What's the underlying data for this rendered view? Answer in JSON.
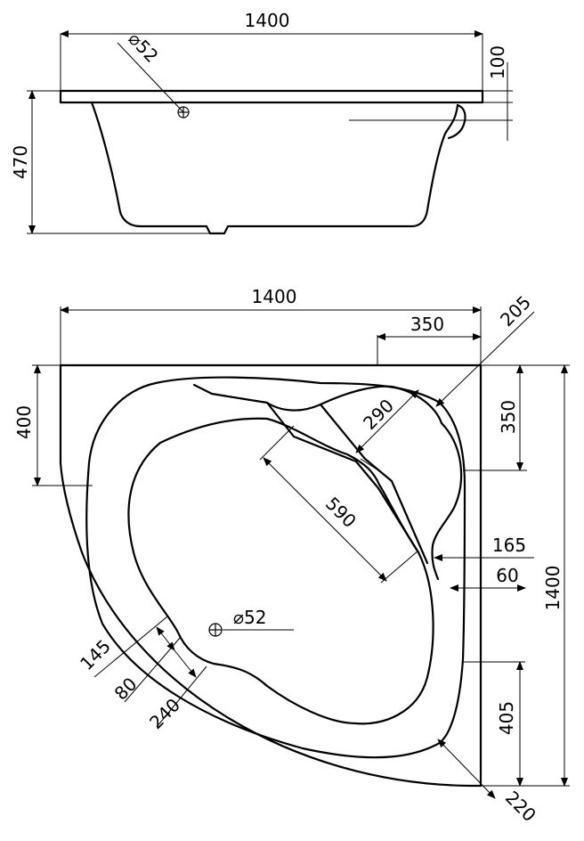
{
  "side_view": {
    "width_label": "1400",
    "drain_label": "⌀52",
    "rim_label": "100",
    "height_label": "470"
  },
  "top_view": {
    "width_label": "1400",
    "seat_width_label": "350",
    "corner_seat_label": "205",
    "left_seat_label": "400",
    "right_seat_label": "350",
    "inner_seat_label": "290",
    "basin_label": "590",
    "rim_depth_label": "165",
    "rim_edge_label": "60",
    "height_label": "1400",
    "lower_label": "405",
    "corner_label": "220",
    "drain_label": "⌀52",
    "front_label_1": "145",
    "front_label_2": "80",
    "front_label_3": "240"
  }
}
